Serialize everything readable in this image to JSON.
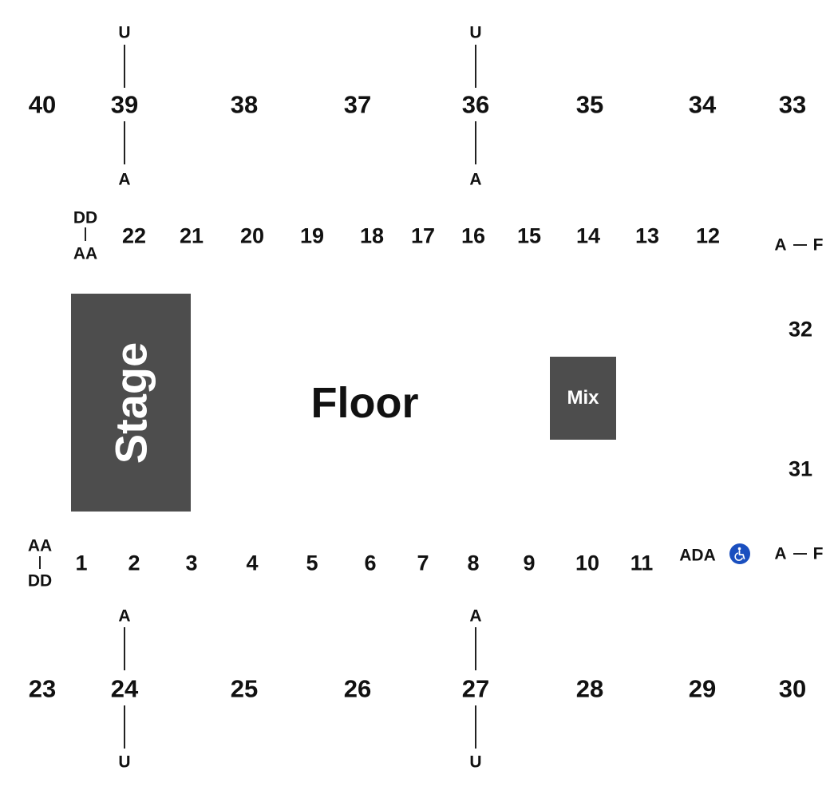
{
  "sections": {
    "upper_top": [
      "40",
      "39",
      "38",
      "37",
      "36",
      "35",
      "34",
      "33"
    ],
    "lower_top": [
      "22",
      "21",
      "20",
      "19",
      "18",
      "17",
      "16",
      "15",
      "14",
      "13",
      "12"
    ],
    "right": [
      "32",
      "31"
    ],
    "lower_bottom": [
      "1",
      "2",
      "3",
      "4",
      "5",
      "6",
      "7",
      "8",
      "9",
      "10",
      "11"
    ],
    "upper_bottom": [
      "23",
      "24",
      "25",
      "26",
      "27",
      "28",
      "29",
      "30"
    ]
  },
  "row_ranges": {
    "upper_first": "U",
    "upper_last": "A",
    "floor_first": "AA",
    "floor_last": "DD",
    "side_first": "A",
    "side_last": "F"
  },
  "areas": {
    "stage": "Stage",
    "floor": "Floor",
    "mix": "Mix",
    "ada": "ADA"
  },
  "icons": {
    "ada": "wheelchair-accessible-icon"
  },
  "colors": {
    "stage_fill": "#4d4d4d",
    "ada_blue": "#1a4fbf",
    "text": "#111111"
  }
}
